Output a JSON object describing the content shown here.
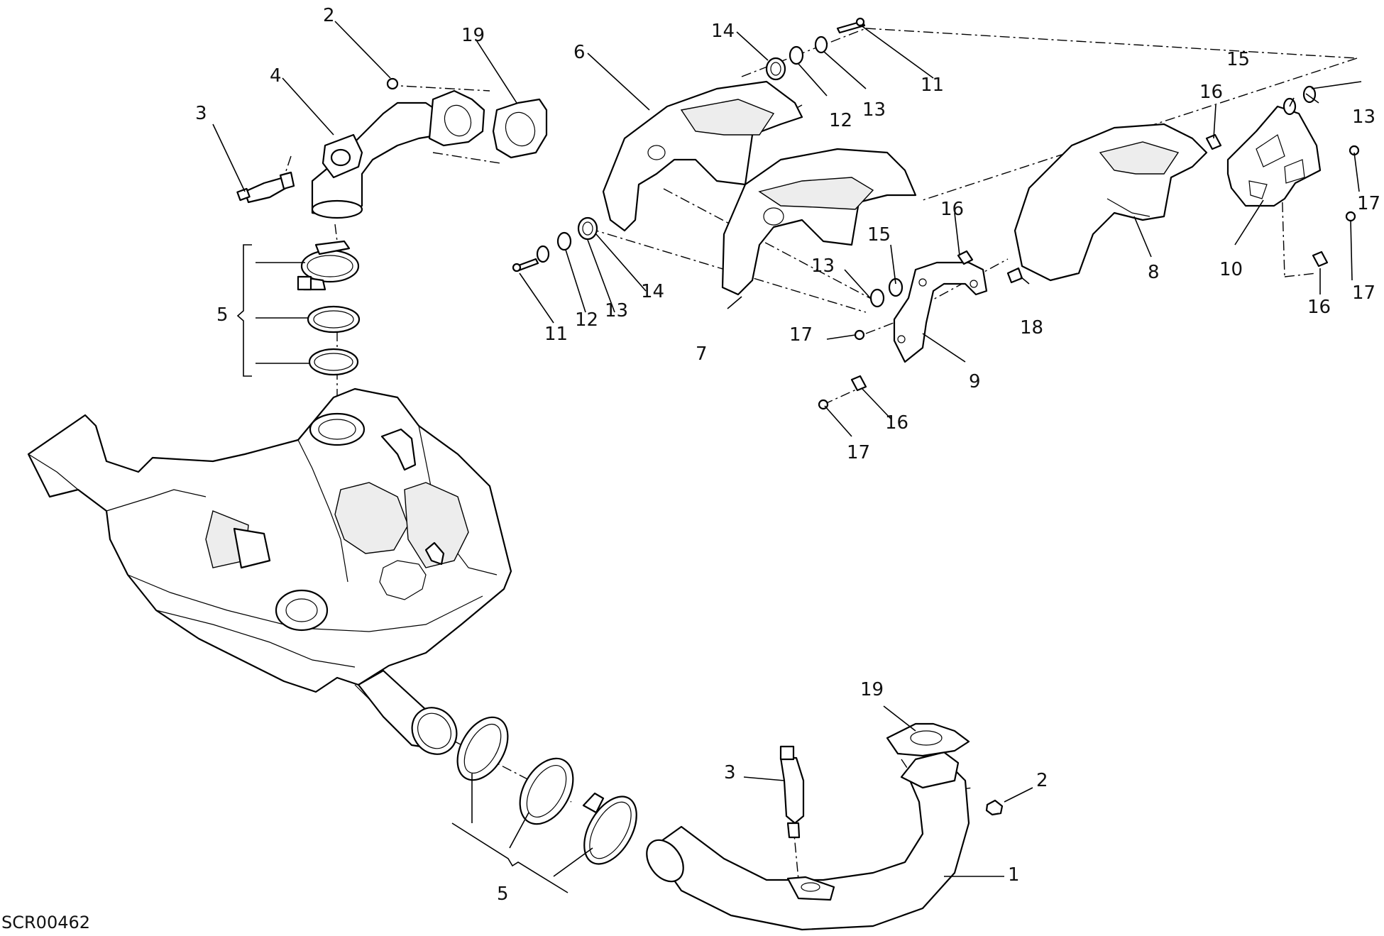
{
  "drawing": {
    "reference_code": "SCR00462",
    "callouts": [
      "1",
      "2",
      "3",
      "4",
      "5",
      "6",
      "7",
      "8",
      "9",
      "10",
      "11",
      "12",
      "13",
      "14",
      "15",
      "16",
      "17",
      "18",
      "19"
    ]
  }
}
